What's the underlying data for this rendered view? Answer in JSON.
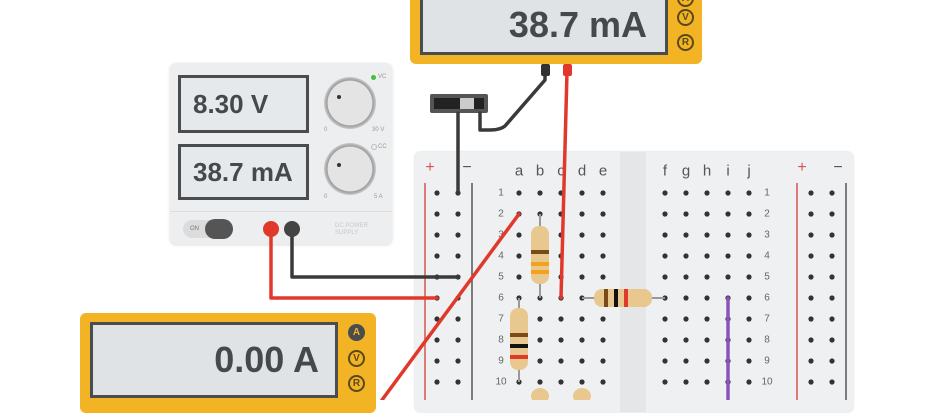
{
  "top_multimeter": {
    "reading": "38.7 mA",
    "modes": [
      "A",
      "V",
      "R"
    ]
  },
  "bottom_multimeter": {
    "reading": "0.00 A",
    "modes": [
      "A",
      "V",
      "R"
    ],
    "active_mode": "A"
  },
  "power_supply": {
    "voltage_display": "8.30 V",
    "current_display": "38.7 mA",
    "voltage_indicator": "VC",
    "current_indicator": "CC",
    "voltage_min": "0",
    "voltage_max": "30 V",
    "current_min": "0",
    "current_max": "5 A",
    "on_label": "ON",
    "brand_label": "DC POWER SUPPLY"
  },
  "breadboard": {
    "left_columns": [
      "a",
      "b",
      "c",
      "d",
      "e"
    ],
    "right_columns": [
      "f",
      "g",
      "h",
      "i",
      "j"
    ],
    "rows": [
      "1",
      "2",
      "3",
      "4",
      "5",
      "6",
      "7",
      "8",
      "9",
      "10"
    ],
    "rail_plus": "+",
    "rail_minus": "−"
  },
  "colors": {
    "meter": "#f2b324",
    "wire_red": "#e0392b",
    "wire_black": "#3a3a3a",
    "wire_purple": "#8a55b8"
  }
}
